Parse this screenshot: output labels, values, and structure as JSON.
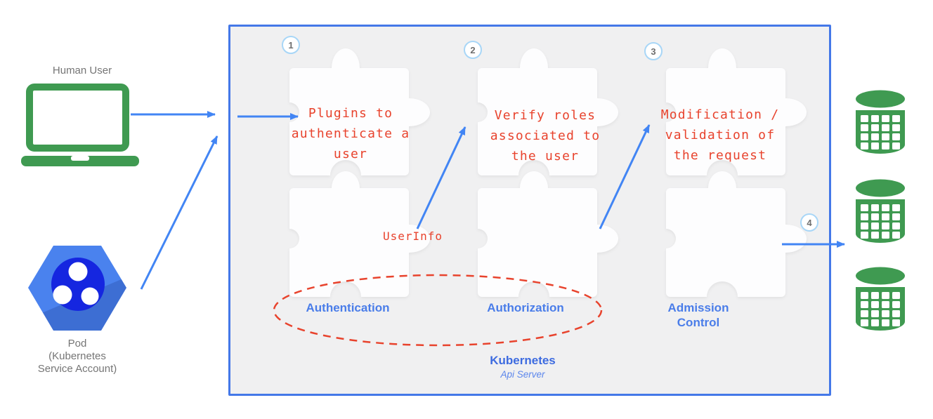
{
  "colors": {
    "accent_blue": "#4285f4",
    "box_border_blue": "#4478e8",
    "stage_label_blue": "#4a7de9",
    "note_red": "#e8432d",
    "icon_green": "#3f9a51",
    "pod_hex_blue": "#4a82ee",
    "pod_core_blue": "#1526e0"
  },
  "external": {
    "human_user_label": "Human User",
    "pod_label_lines": [
      "Pod",
      "(Kubernetes",
      "Service Account)"
    ]
  },
  "api_server": {
    "title": "Kubernetes",
    "subtitle": "Api Server",
    "userinfo_label": "UserInfo",
    "output_step_number": "4",
    "stages": [
      {
        "number": "1",
        "name": "Authentication",
        "note": [
          "Plugins to",
          "authenticate a",
          "user"
        ]
      },
      {
        "number": "2",
        "name": "Authorization",
        "note": [
          "Verify roles",
          "associated to",
          "the user"
        ]
      },
      {
        "number": "3",
        "name": "Admission Control",
        "name_lines": [
          "Admission",
          "Control"
        ],
        "note": [
          "Modification /",
          "validation of",
          "the request"
        ]
      }
    ]
  }
}
